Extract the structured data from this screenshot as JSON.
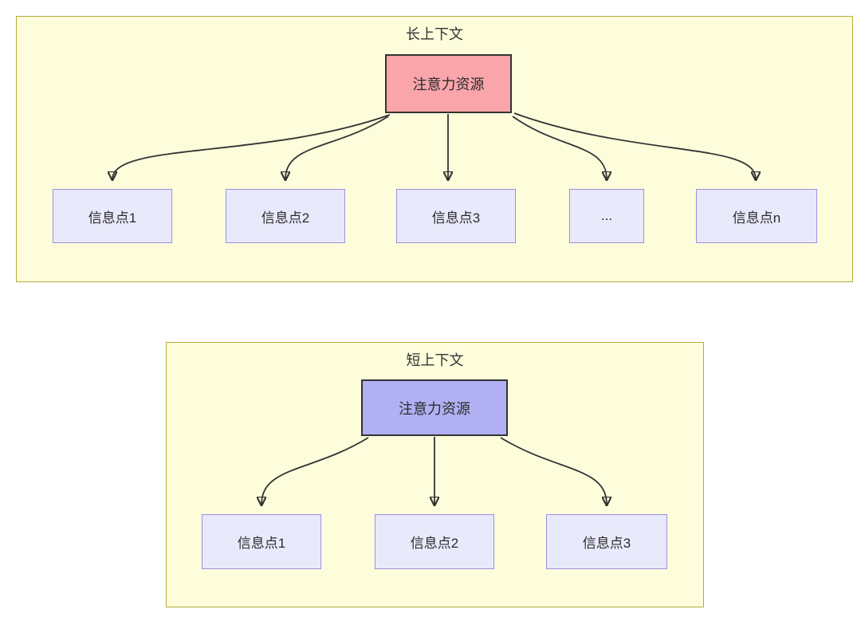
{
  "diagram": {
    "long_context": {
      "title": "长上下文",
      "attention_node_label": "注意力资源",
      "attention_node_color": "#f9a5aa",
      "info_nodes": [
        "信息点1",
        "信息点2",
        "信息点3",
        "...",
        "信息点n"
      ]
    },
    "short_context": {
      "title": "短上下文",
      "attention_node_label": "注意力资源",
      "attention_node_color": "#b0b0f2",
      "info_nodes": [
        "信息点1",
        "信息点2",
        "信息点3"
      ]
    },
    "colors": {
      "container_fill": "#fdfddc",
      "container_border": "#b4ac3c",
      "info_node_fill": "#e9e9fc",
      "info_node_border": "#9c8fe0",
      "attention_node_border": "#333333",
      "arrow": "#333333"
    }
  }
}
